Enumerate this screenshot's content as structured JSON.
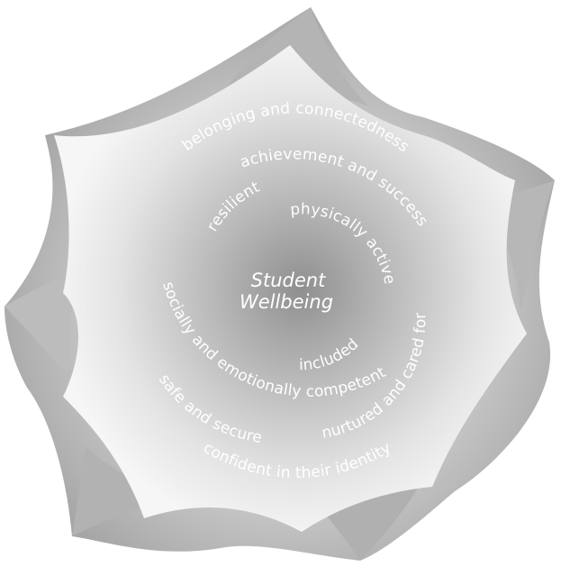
{
  "center": {
    "line1": "Student",
    "line2": "Wellbeing"
  },
  "phrases": {
    "belonging": "belonging and connectedness",
    "achievement": "achievement and success",
    "resilient": "resilient",
    "physically_active": "physically active",
    "socially": "socially and emotionally competent",
    "included": "included",
    "safe": "safe and secure",
    "nurtured": "nurtured and cared for",
    "confident": "confident in their identity"
  },
  "colors": {
    "outer_light": "#f2f2f2",
    "outer_dark": "#a9a9a9",
    "inner_light": "#f7f7f7",
    "inner_dark": "#9e9e9e",
    "text": "#ffffff"
  }
}
